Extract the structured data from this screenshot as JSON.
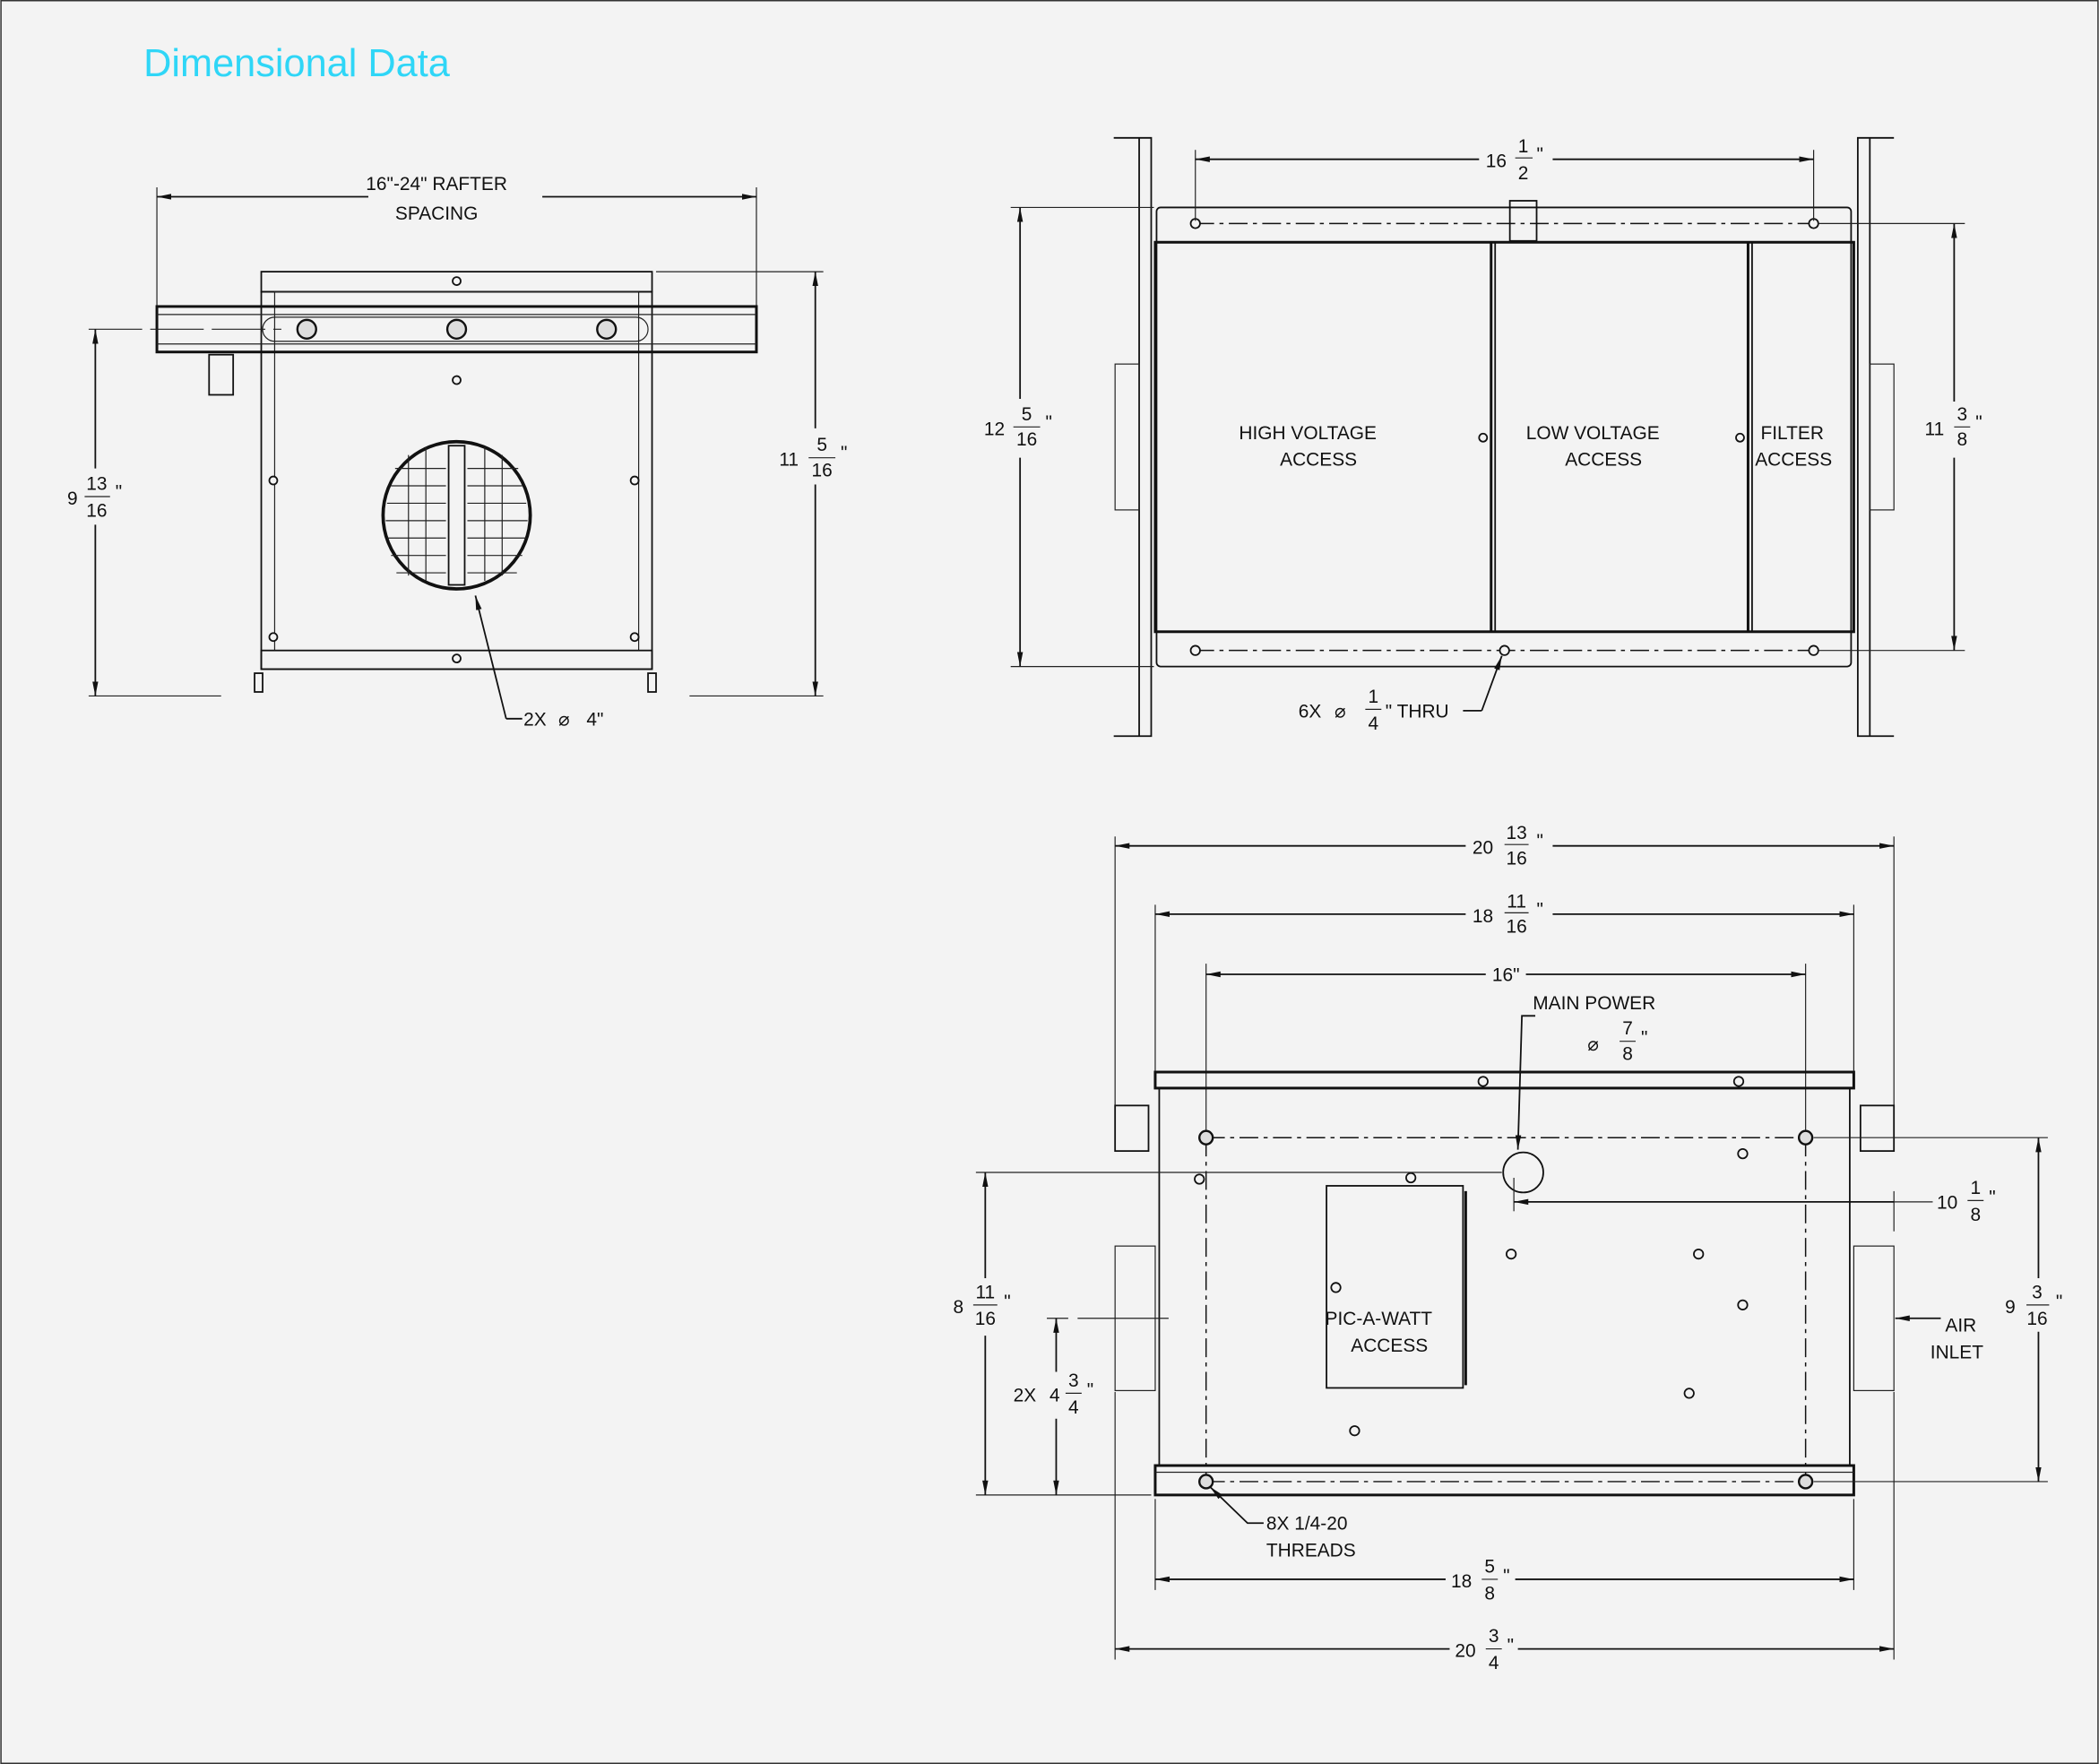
{
  "title": "Dimensional Data",
  "diameter_symbol": "⌀",
  "side_view": {
    "rafter_line1": "16\"-24\" RAFTER",
    "rafter_line2": "SPACING",
    "height_left": {
      "whole": "9",
      "num": "13",
      "den": "16",
      "unit": "\""
    },
    "height_right": {
      "whole": "11",
      "num": "5",
      "den": "16",
      "unit": "\""
    },
    "duct_prefix": "2X",
    "duct_size": "4\""
  },
  "top_view": {
    "width": {
      "whole": "16",
      "num": "1",
      "den": "2",
      "unit": "\""
    },
    "height_left": {
      "whole": "12",
      "num": "5",
      "den": "16",
      "unit": "\""
    },
    "height_right": {
      "whole": "11",
      "num": "3",
      "den": "8",
      "unit": "\""
    },
    "panels": [
      {
        "line1": "HIGH VOLTAGE",
        "line2": "ACCESS"
      },
      {
        "line1": "LOW VOLTAGE",
        "line2": "ACCESS"
      },
      {
        "line1": "FILTER",
        "line2": "ACCESS"
      }
    ],
    "holes_prefix": "6X",
    "holes": {
      "num": "1",
      "den": "4",
      "suffix": "\" THRU"
    }
  },
  "front_view": {
    "overall_top": {
      "whole": "20",
      "num": "13",
      "den": "16",
      "unit": "\""
    },
    "body_top": {
      "whole": "18",
      "num": "11",
      "den": "16",
      "unit": "\""
    },
    "bolt_spacing": "16\"",
    "main_power_label": "MAIN POWER",
    "main_power": {
      "num": "7",
      "den": "8",
      "unit": "\""
    },
    "offset": {
      "whole": "10",
      "num": "1",
      "den": "8",
      "unit": "\""
    },
    "height_right": {
      "whole": "9",
      "num": "3",
      "den": "16",
      "unit": "\""
    },
    "height_left": {
      "whole": "8",
      "num": "11",
      "den": "16",
      "unit": "\""
    },
    "inlet_prefix": "2X",
    "inlet": {
      "whole": "4",
      "num": "3",
      "den": "4",
      "unit": "\""
    },
    "air_inlet_line1": "AIR",
    "air_inlet_line2": "INLET",
    "pic_line1": "PIC-A-WATT",
    "pic_line2": "ACCESS",
    "threads_line1": "8X 1/4-20",
    "threads_line2": "THREADS",
    "body_bottom": {
      "whole": "18",
      "num": "5",
      "den": "8",
      "unit": "\""
    },
    "overall_bottom": {
      "whole": "20",
      "num": "3",
      "den": "4",
      "unit": "\""
    }
  }
}
